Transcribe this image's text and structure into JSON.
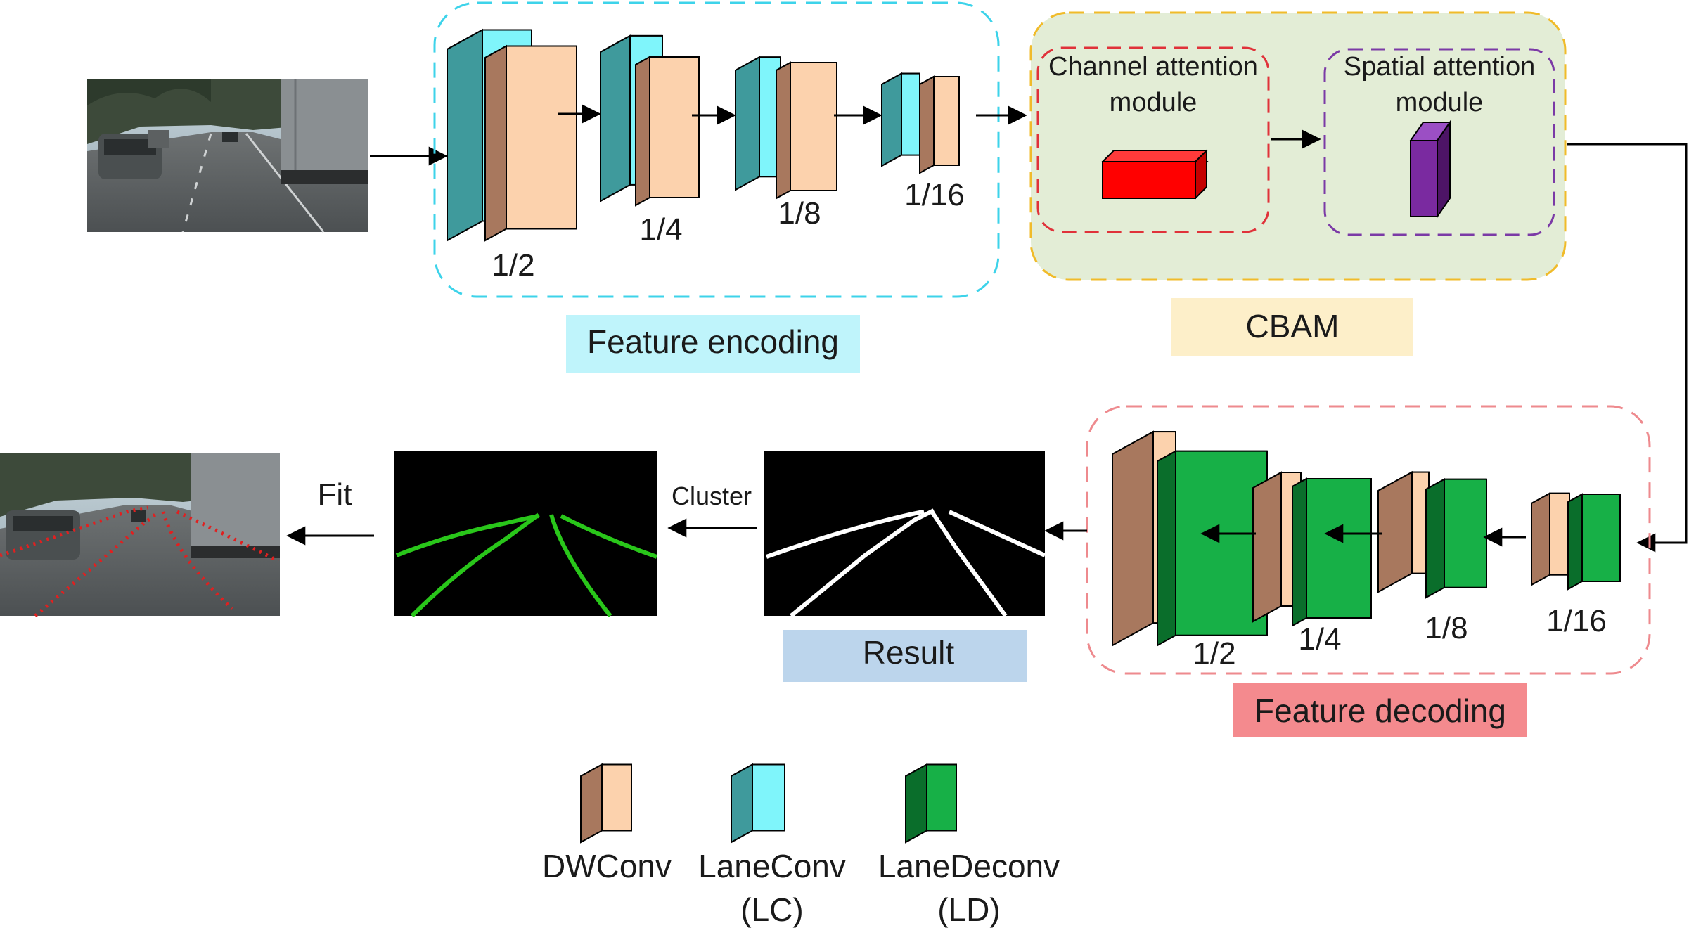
{
  "encoder": {
    "stages": [
      {
        "label": "1/2"
      },
      {
        "label": "1/4"
      },
      {
        "label": "1/8"
      },
      {
        "label": "1/16"
      }
    ],
    "caption": "Feature encoding",
    "caption_bg": "#bff4fb",
    "border_color": "#3dd3ea"
  },
  "cbam": {
    "caption": "CBAM",
    "caption_bg": "#fdefc9",
    "bg": "#e3edd6",
    "border_color": "#f0bb2a",
    "channel": {
      "line1": "Channel attention",
      "line2": "module",
      "border_color": "#e0323a",
      "block_color": "#ff0000"
    },
    "spatial": {
      "line1": "Spatial attention",
      "line2": "module",
      "border_color": "#7b3aa6",
      "block_color": "#7a2aa0"
    }
  },
  "decoder": {
    "stages": [
      {
        "label": "1/2"
      },
      {
        "label": "1/4"
      },
      {
        "label": "1/8"
      },
      {
        "label": "1/16"
      }
    ],
    "caption": "Feature decoding",
    "caption_bg": "#f48a8e",
    "border_color": "#ee8a8e"
  },
  "result": {
    "caption": "Result",
    "caption_bg": "#bcd5ec"
  },
  "arrows": {
    "cluster": "Cluster",
    "fit": "Fit"
  },
  "legend": [
    {
      "line1": "DWConv",
      "line2": "",
      "front": "#fcd2ad",
      "side": "#a8785e"
    },
    {
      "line1": "LaneConv",
      "line2": "(LC)",
      "front": "#7ff5fb",
      "side": "#3f9a9c"
    },
    {
      "line1": "LaneDeconv",
      "line2": "(LD)",
      "front": "#17b047",
      "side": "#0a6e2b"
    }
  ],
  "colors": {
    "dwconv_front": "#fcd2ad",
    "dwconv_side": "#a8785e",
    "laneconv_front": "#7ff5fb",
    "laneconv_side": "#3f9a9c",
    "lanedeconv_front": "#17b047",
    "lanedeconv_side": "#0a6e2b",
    "lane_green": "#29c61a",
    "lane_white": "#ffffff",
    "fit_dots": "#e02020"
  }
}
